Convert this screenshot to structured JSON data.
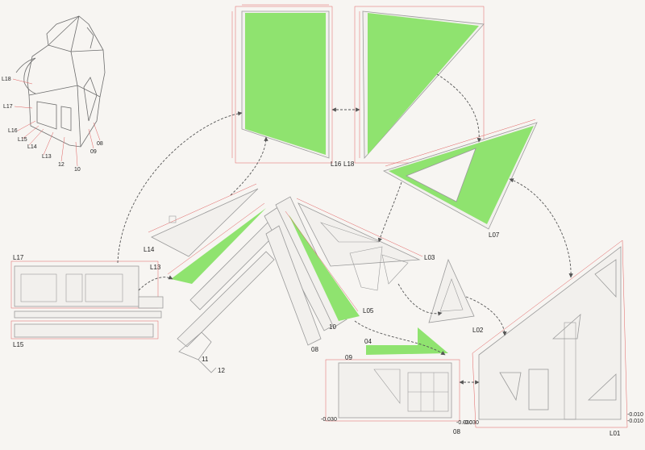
{
  "isometric_labels": [
    "L18",
    "L17",
    "L16",
    "L15",
    "L14",
    "L13",
    "12",
    "10",
    "09",
    "08"
  ],
  "panels": {
    "l16_top": "L16",
    "l18_top": "L18",
    "l07": "L07",
    "l14": "L14",
    "l13": "L13",
    "l03": "L03",
    "l05": "L05",
    "l02": "L02",
    "l17": "L17",
    "l15": "L15",
    "n10": "10",
    "n08": "08",
    "n11": "11",
    "n12": "12",
    "n04": "04",
    "n09": "09",
    "n08b": "08",
    "l01": "L01"
  },
  "elevations": {
    "a": "-0.030",
    "b": "-0.030",
    "c": "-0.030",
    "d": "-0.010",
    "e": "-0.010"
  },
  "colors": {
    "fill": "#8fe36f",
    "outline": "#9a9a9a",
    "dimension": "#e85b5b",
    "connector": "#555555",
    "background": "#f7f5f2"
  }
}
